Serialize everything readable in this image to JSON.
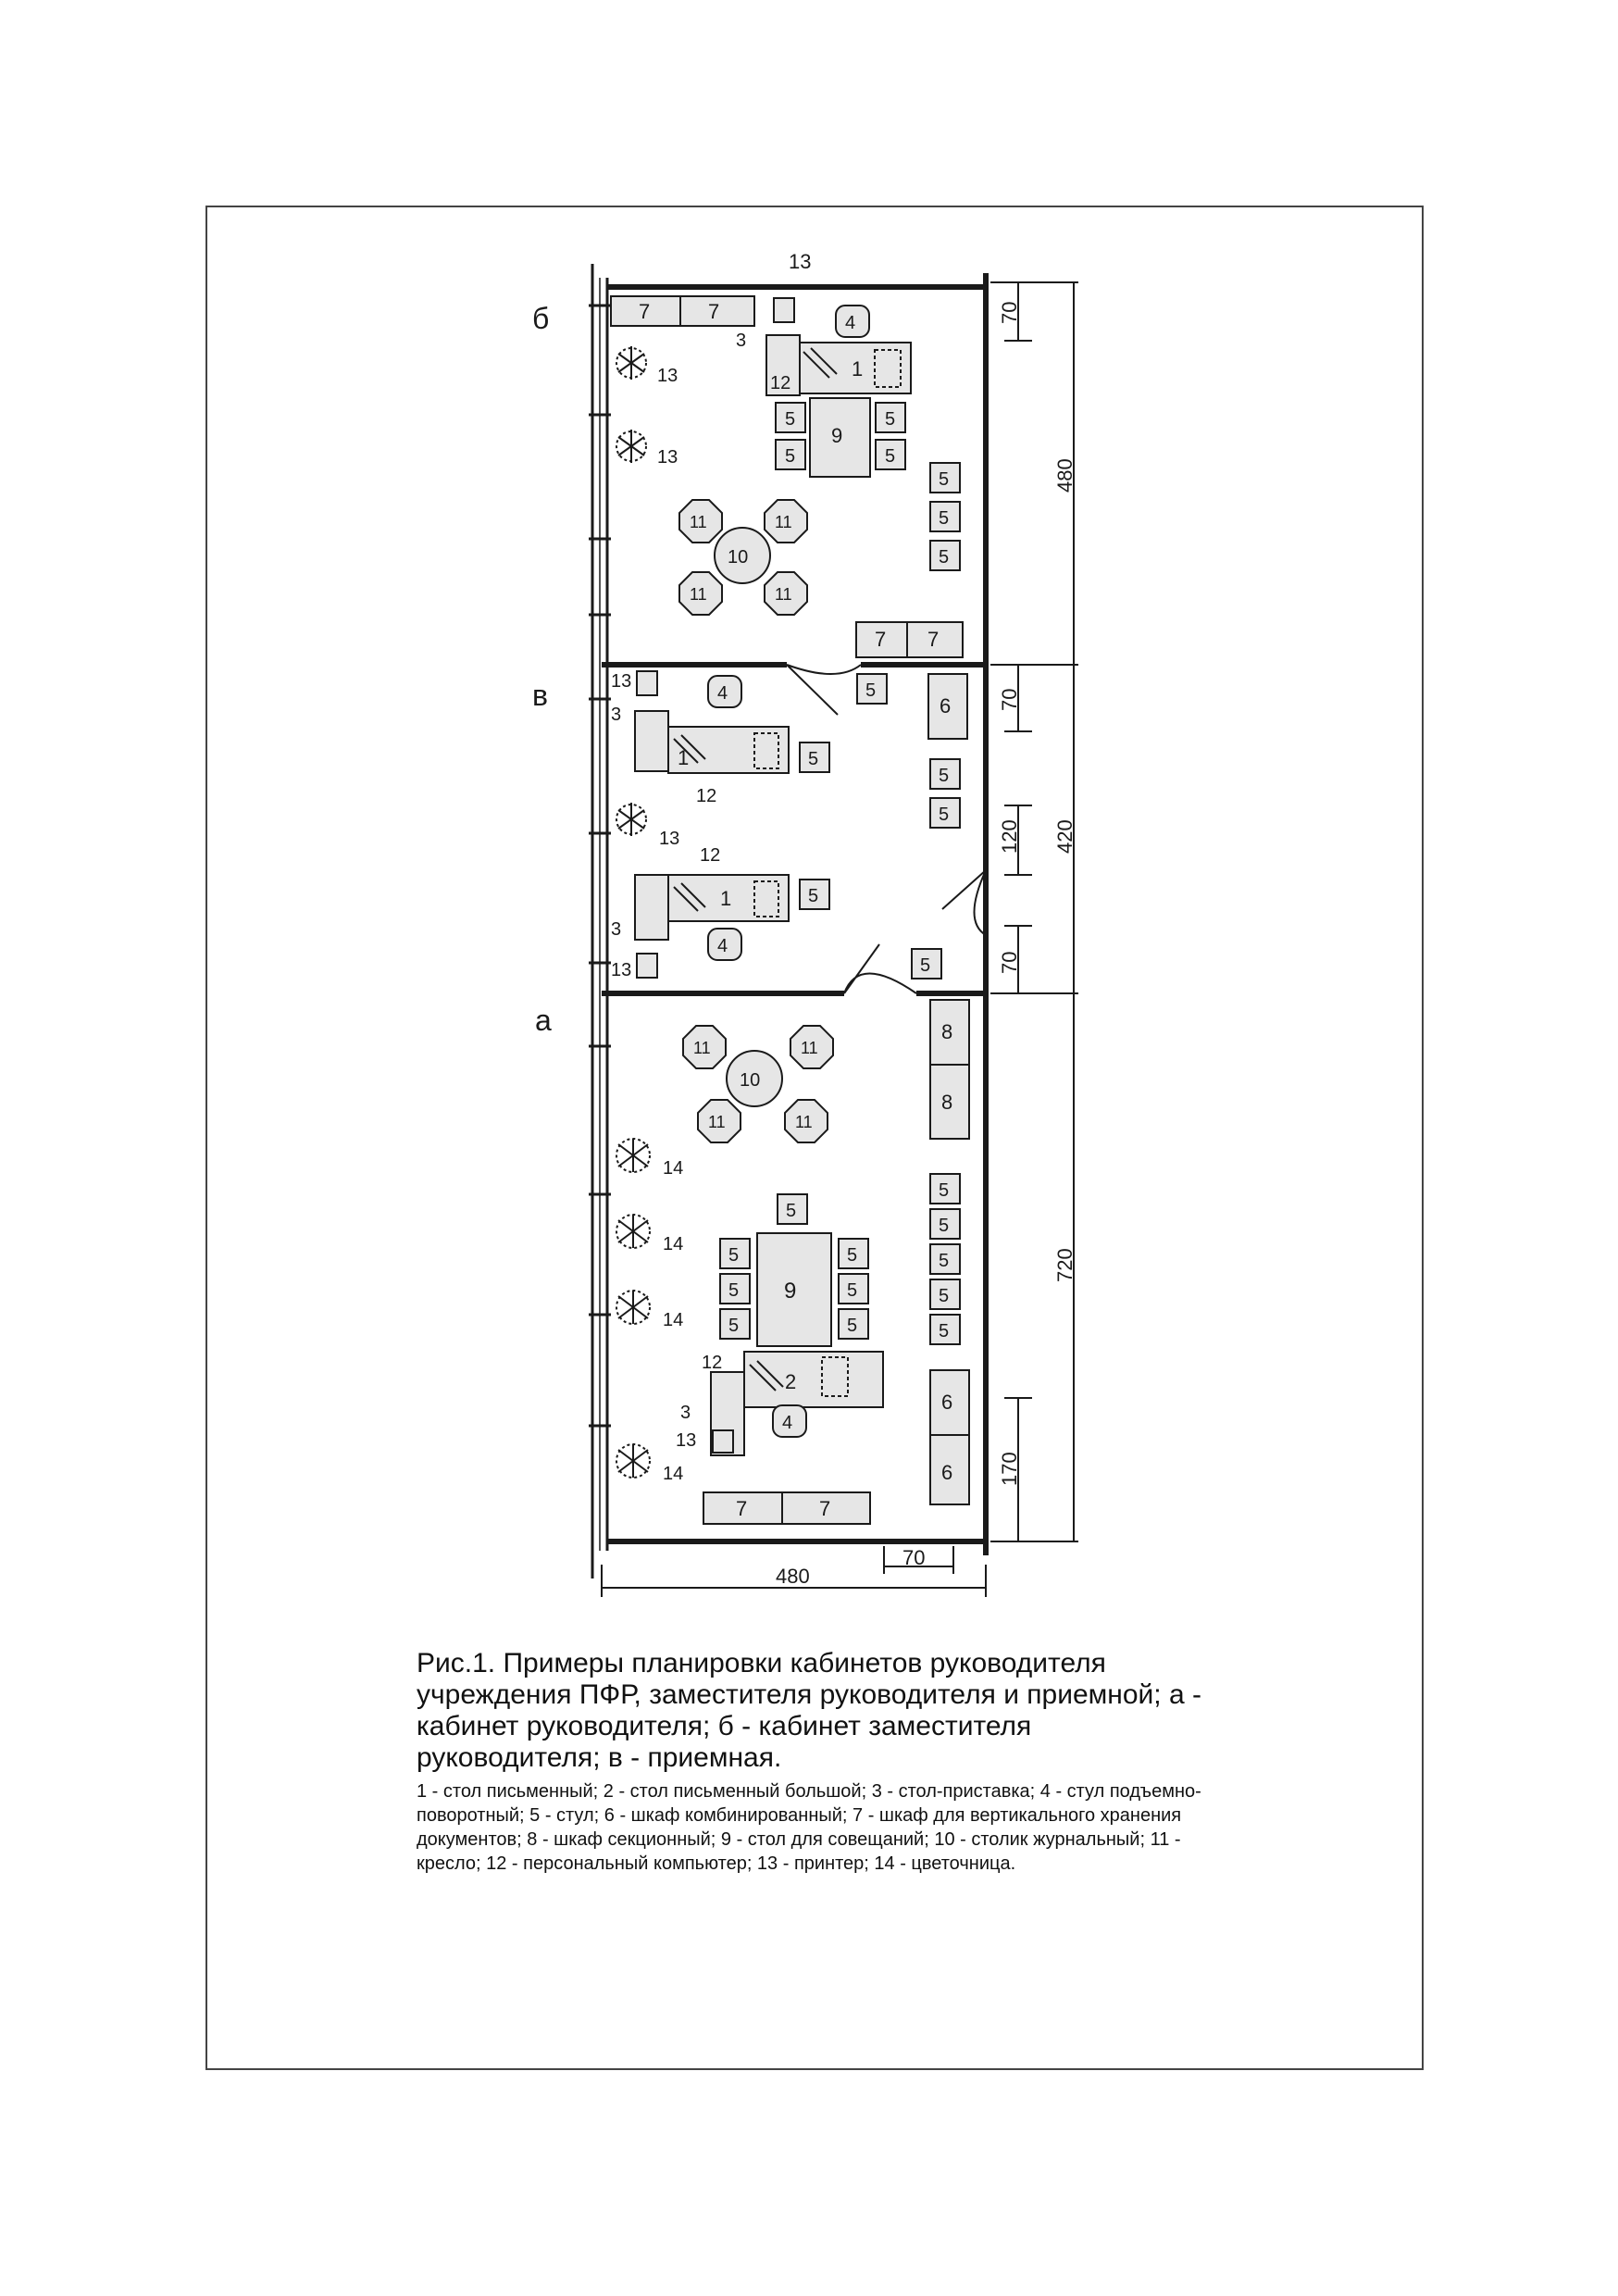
{
  "section_labels": {
    "a": "а",
    "b": "б",
    "v": "в"
  },
  "numbers": {
    "n1": "1",
    "n2": "2",
    "n3": "3",
    "n4": "4",
    "n5": "5",
    "n6": "6",
    "n7": "7",
    "n8": "8",
    "n9": "9",
    "n10": "10",
    "n11": "11",
    "n12": "12",
    "n13": "13",
    "n14": "14"
  },
  "dimensions": {
    "d70": "70",
    "d480": "480",
    "d420": "420",
    "d120": "120",
    "d720": "720",
    "d170": "170"
  },
  "caption": {
    "title": "Рис.1. Примеры планировки кабинетов руководителя учреждения ПФР, заместителя руководителя и приемной; а - кабинет руководителя; б - кабинет заместителя руководителя; в - приемная.",
    "legend": "1 - стол письменный; 2 - стол письменный большой; 3 - стол-приставка; 4 - стул подъемно-поворотный; 5 - стул; 6 - шкаф комбинированный; 7 - шкаф для вертикального хранения документов; 8 - шкаф секционный; 9 - стол для совещаний; 10 - столик журнальный; 11 - кресло; 12 - персональный компьютер; 13 - принтер; 14 - цветочница."
  },
  "colors": {
    "ink": "#1a1a1a",
    "furniture_fill": "#e6e6e6",
    "wall": "#111111"
  }
}
